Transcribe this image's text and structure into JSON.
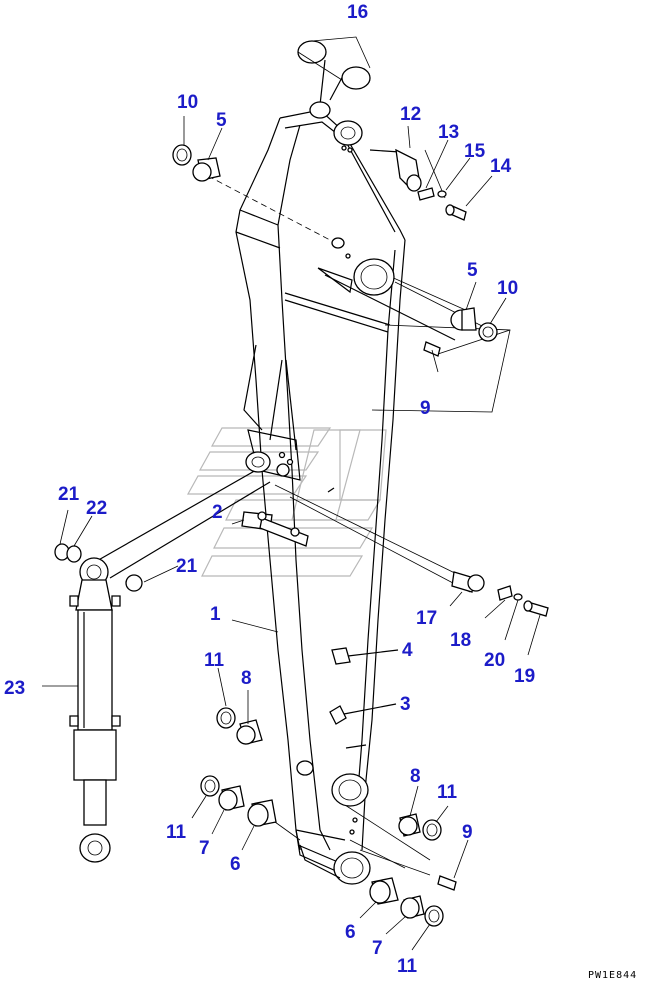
{
  "callouts": {
    "c1": "1",
    "c2": "2",
    "c3": "3",
    "c4": "4",
    "c5a": "5",
    "c5b": "5",
    "c6a": "6",
    "c6b": "6",
    "c7a": "7",
    "c7b": "7",
    "c8a": "8",
    "c8b": "8",
    "c9a": "9",
    "c9b": "9",
    "c10a": "10",
    "c10b": "10",
    "c11a": "11",
    "c11b": "11",
    "c11c": "11",
    "c11d": "11",
    "c12": "12",
    "c13": "13",
    "c14": "14",
    "c15": "15",
    "c16": "16",
    "c17": "17",
    "c18": "18",
    "c19": "19",
    "c20": "20",
    "c21a": "21",
    "c21b": "21",
    "c22": "22",
    "c23": "23"
  },
  "reference_code": "PW1E844",
  "colors": {
    "callout": "#1c1cc8",
    "line": "#000000",
    "watermark": "#b8b8b8"
  }
}
